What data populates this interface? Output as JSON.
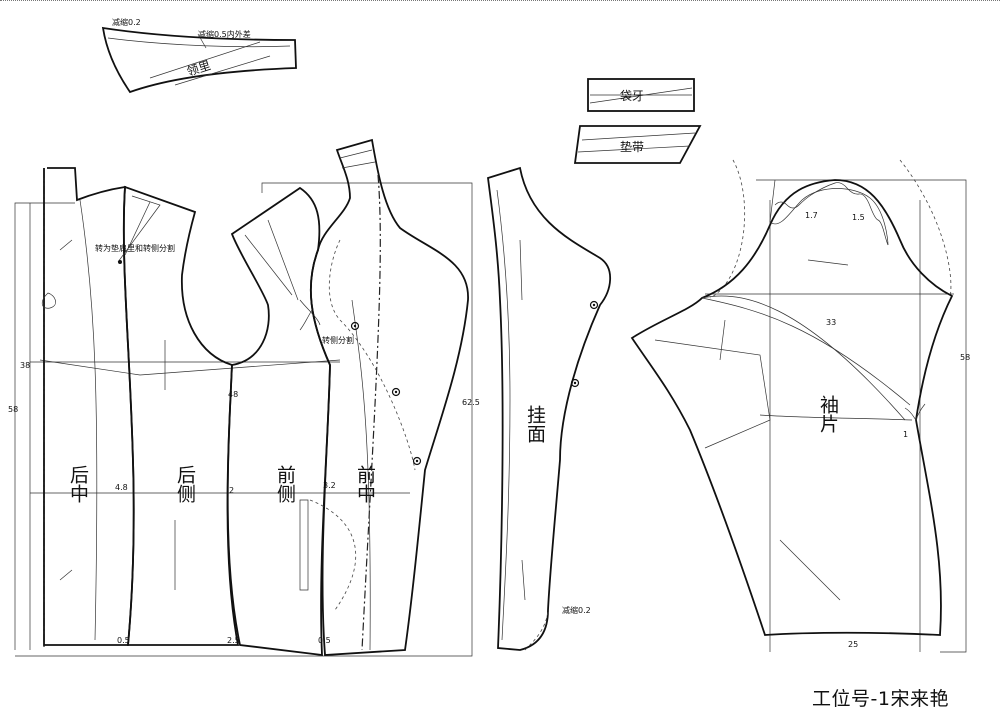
{
  "pieces": {
    "collar": "领里",
    "pocket_welt": "袋牙",
    "pocket_facing": "垫带",
    "back_center": "后中",
    "back_side": "后侧",
    "front_side": "前侧",
    "front_center": "前中",
    "facing": "挂面",
    "sleeve": "袖片"
  },
  "notes": {
    "collar_reduce": "减缩0.2",
    "collar_ease": "减缩0.5内外差",
    "back_dart": "转为垫肩里和转侧分割",
    "front_dart": "转侧分割",
    "facing_reduce": "减缩0.2"
  },
  "measurements": {
    "m38": "38",
    "m58_left": "58",
    "m48": "48",
    "m62_5": "62.5",
    "m4_8": "4.8",
    "m2": "2",
    "m3_2": "3.2",
    "m0_5a": "0.5",
    "m2_5": "2.5",
    "m0_5b": "0.5",
    "m1_7": "1.7",
    "m1_5": "1.5",
    "m33": "33",
    "m58_right": "58",
    "m1": "1",
    "m25": "25"
  },
  "signature": "工位号-1宋来艳"
}
